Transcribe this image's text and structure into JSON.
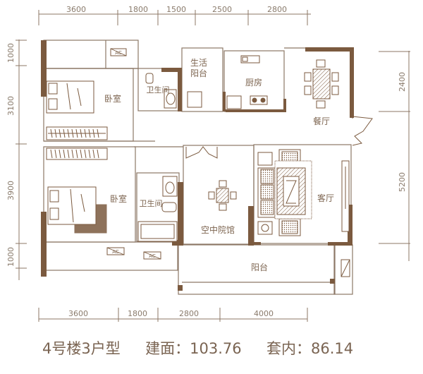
{
  "plan": {
    "colors": {
      "wall": "#7b5a3f",
      "line": "#8c7766",
      "text": "#7a6452",
      "dim_text": "#8a7b6c",
      "hatch": "#7b5a3f",
      "background": "#ffffff"
    },
    "dimensions": {
      "top": [
        "3600",
        "1800",
        "1500",
        "2500",
        "2800"
      ],
      "bottom": [
        "3600",
        "1800",
        "2800",
        "4000"
      ],
      "left": [
        "1000",
        "3100",
        "3900",
        "1000"
      ],
      "right": [
        "2400",
        "5200"
      ]
    },
    "rooms": {
      "bedroom_north": "卧室",
      "bathroom_north": "卫生间",
      "utility_balcony_line1": "生活",
      "utility_balcony_line2": "阳台",
      "kitchen": "厨房",
      "dining": "餐厅",
      "bedroom_south": "卧室",
      "bathroom_south": "卫生间",
      "sky_courtyard": "空中院馆",
      "living_room": "客厅",
      "balcony": "阳台"
    },
    "ac_label": "AC"
  },
  "caption": {
    "building_unit": "4号楼3户型",
    "gross_area_label": "建面：",
    "gross_area_value": "103.76",
    "net_area_label": "套内：",
    "net_area_value": "86.14"
  }
}
